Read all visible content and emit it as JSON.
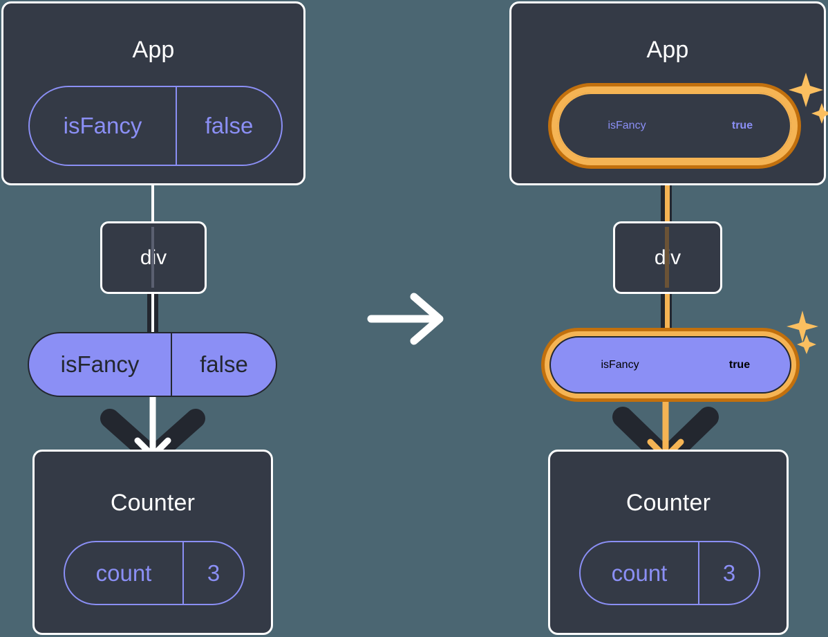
{
  "diagram": {
    "title": "React state update propagation",
    "background_color": "#4b6672",
    "box_color": "#343a46",
    "pill_fill": "#8b8ff5",
    "accent_orange": "#f5b454",
    "accent_orange_dark": "#c2700d",
    "line_dark": "#23272f",
    "line_light": "#ffffff"
  },
  "transition": {
    "icon": "arrow-right-icon"
  },
  "left": {
    "app": {
      "title": "App",
      "prop": {
        "key": "isFancy",
        "value": "false",
        "highlighted": false
      }
    },
    "div": {
      "label": "div"
    },
    "prop_pill": {
      "key": "isFancy",
      "value": "false",
      "highlighted": false
    },
    "counter": {
      "title": "Counter",
      "state": {
        "key": "count",
        "value": "3",
        "highlighted": false
      }
    }
  },
  "right": {
    "app": {
      "title": "App",
      "prop": {
        "key": "isFancy",
        "value": "true",
        "highlighted": true
      }
    },
    "div": {
      "label": "div"
    },
    "prop_pill": {
      "key": "isFancy",
      "value": "true",
      "highlighted": true
    },
    "counter": {
      "title": "Counter",
      "state": {
        "key": "count",
        "value": "3",
        "highlighted": false
      }
    },
    "sparkles": [
      "sparkle-icon",
      "sparkle-icon"
    ]
  }
}
